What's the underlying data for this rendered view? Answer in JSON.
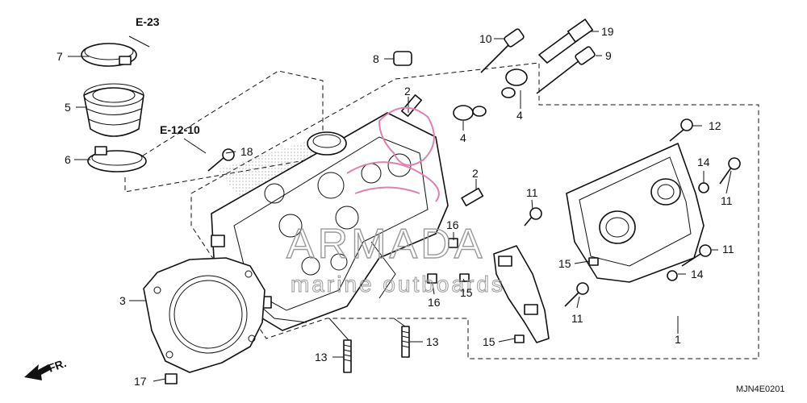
{
  "diagram": {
    "callouts": [
      "1",
      "2",
      "2",
      "3",
      "4",
      "4",
      "5",
      "6",
      "7",
      "8",
      "9",
      "10",
      "11",
      "11",
      "11",
      "11",
      "11",
      "12",
      "13",
      "13",
      "14",
      "14",
      "15",
      "15",
      "15",
      "16",
      "16",
      "17",
      "18",
      "19"
    ],
    "refs": {
      "intake": "E-23",
      "head_cover": "E-12-10"
    },
    "front_label": "FR.",
    "part_code": "MJN4E0201",
    "watermark": {
      "brand": "ARMADA",
      "tagline": "marine outboards"
    },
    "colors": {
      "line": "#111111",
      "stipple": "#9a9a9a",
      "logo": "#e080b0"
    }
  }
}
